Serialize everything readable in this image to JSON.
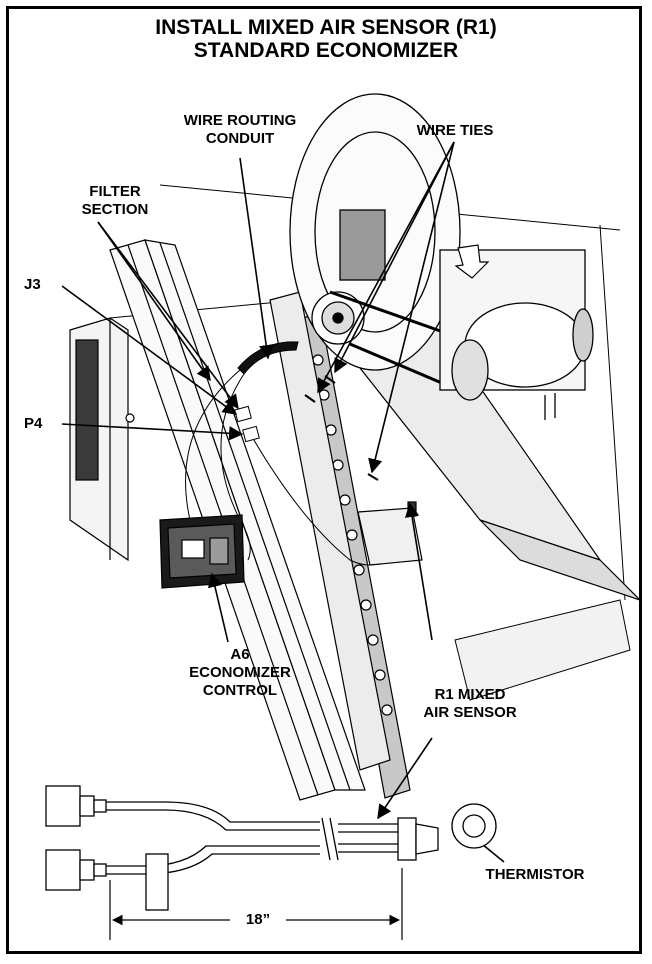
{
  "title": {
    "line1": "INSTALL MIXED AIR SENSOR (R1)",
    "line2": "STANDARD ECONOMIZER"
  },
  "labels": {
    "wire_routing_1": "WIRE ROUTING",
    "wire_routing_2": "CONDUIT",
    "wire_ties": "WIRE TIES",
    "filter_1": "FILTER",
    "filter_2": "SECTION",
    "j3": "J3",
    "p4": "P4",
    "a6_1": "A6",
    "a6_2": "ECONOMIZER",
    "a6_3": "CONTROL",
    "r1_1": "R1 MIXED",
    "r1_2": "AIR SENSOR",
    "thermistor": "THERMISTOR",
    "dimension": "18”"
  }
}
